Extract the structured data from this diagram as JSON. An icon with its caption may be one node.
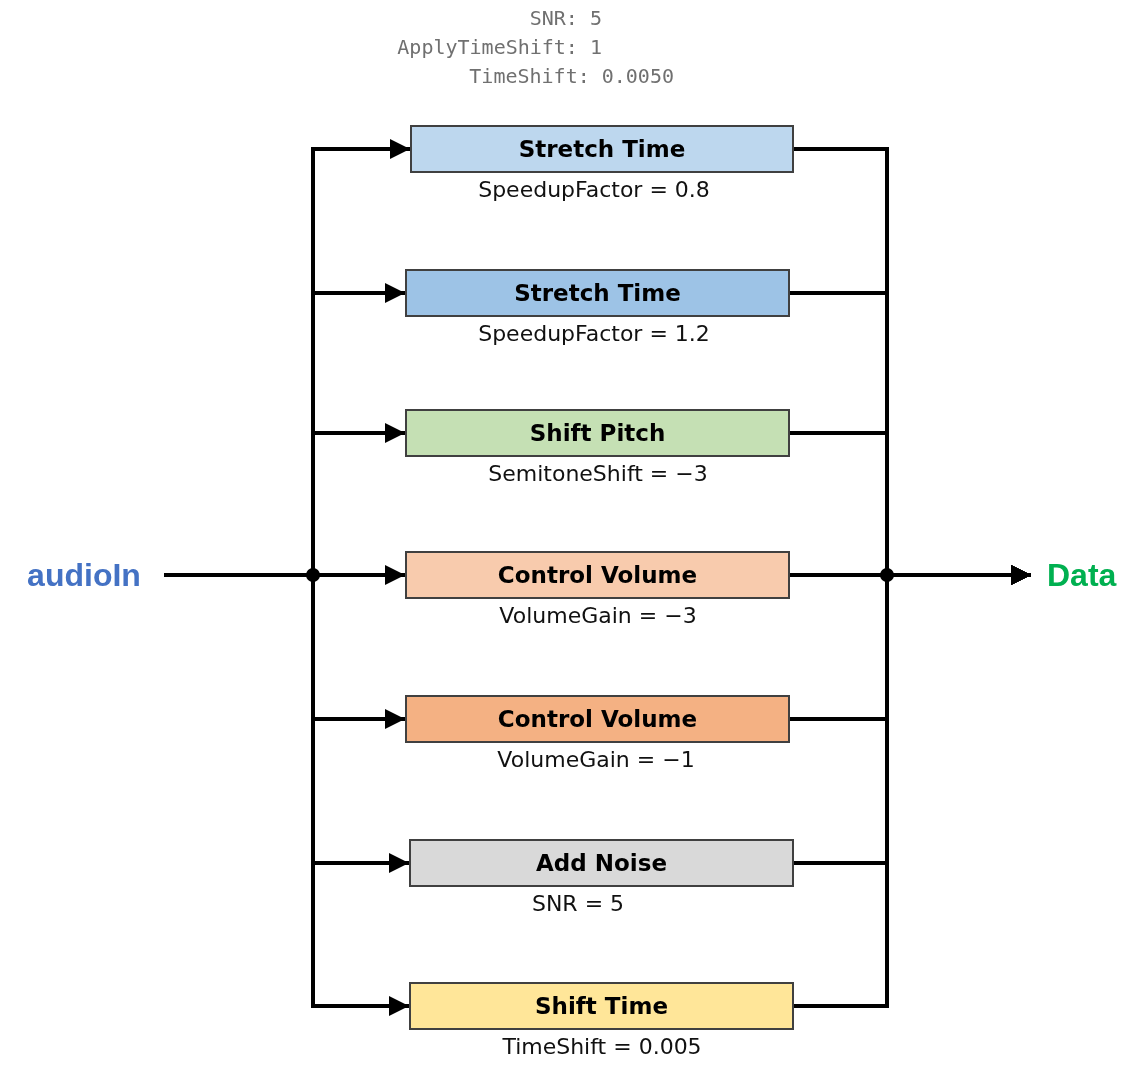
{
  "diagram": {
    "nodes": [
      {
        "text": [
          "audioIn"
        ]
      },
      {
        "text": [
          "Stretch Time"
        ],
        "beside": [
          "SpeedupFactor = 0.8"
        ]
      },
      {
        "text": [
          "Stretch Time"
        ],
        "beside": [
          "SpeedupFactor = 1.2"
        ]
      },
      {
        "text": [
          "Shift Pitch"
        ],
        "beside": [
          "SemitoneShift = −3"
        ]
      },
      {
        "text": [
          "Control Volume"
        ],
        "beside": [
          "VolumeGain = −3"
        ]
      },
      {
        "text": [
          "Control Volume"
        ],
        "beside": [
          "VolumeGain = −1"
        ]
      },
      {
        "text": [
          "Add Noise"
        ],
        "beside": [
          "SNR = 5"
        ]
      },
      {
        "text": [
          "Shift Time"
        ],
        "beside": [
          "TimeShift = 0.005"
        ]
      },
      {
        "text": [
          "Data"
        ]
      }
    ],
    "edges": [
      {
        "from": 0,
        "to": 1,
        "arrow": "to"
      },
      {
        "from": 0,
        "to": 2,
        "arrow": "to"
      },
      {
        "from": 0,
        "to": 3,
        "arrow": "to"
      },
      {
        "from": 0,
        "to": 4,
        "arrow": "to"
      },
      {
        "from": 0,
        "to": 5,
        "arrow": "to"
      },
      {
        "from": 0,
        "to": 6,
        "arrow": "to"
      },
      {
        "from": 0,
        "to": 7,
        "arrow": "to"
      },
      {
        "from": 1,
        "to": 8,
        "arrow": "to"
      },
      {
        "from": 2,
        "to": 8,
        "arrow": "to"
      },
      {
        "from": 3,
        "to": 8,
        "arrow": "to"
      },
      {
        "from": 4,
        "to": 8,
        "arrow": "to"
      },
      {
        "from": 5,
        "to": 8,
        "arrow": "to"
      },
      {
        "from": 6,
        "to": 8,
        "arrow": "to"
      },
      {
        "from": 7,
        "to": 8,
        "arrow": "to"
      }
    ],
    "labels": [
      "SNR: 5",
      "ApplyTimeShift: 1",
      "TimeShift: 0.0050"
    ]
  }
}
